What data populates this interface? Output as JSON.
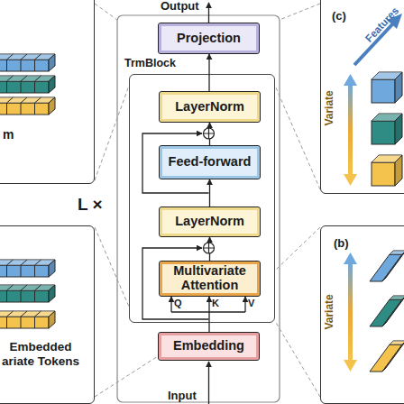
{
  "diagram": {
    "nodes": [
      {
        "text": [
          "m"
        ]
      },
      {
        "text": [
          "Embedded ariate Tokens"
        ]
      },
      {
        "text": [
          "Projection"
        ]
      },
      {
        "text": [
          "TrmBlock"
        ]
      },
      {
        "text": [
          "LayerNorm"
        ],
        "in": 3
      },
      {
        "text": [
          "Feed-forward"
        ],
        "in": 3
      },
      {
        "text": [
          "LayerNorm"
        ],
        "in": 3
      },
      {
        "text": [
          "Multivariate Attention"
        ],
        "in": 3
      },
      {
        "text": [
          "Embedding"
        ]
      },
      {
        "text": [
          "(c)",
          "Features",
          "Variate"
        ]
      },
      {
        "text": [
          "(b)",
          "Variate"
        ]
      }
    ],
    "edges": [
      {
        "from": 8,
        "to": 7,
        "arrow": "to"
      },
      {
        "from": 7,
        "to": 6,
        "arrow": "to"
      },
      {
        "from": 6,
        "to": 5,
        "arrow": "to"
      },
      {
        "from": 5,
        "to": 4,
        "arrow": "to"
      },
      {
        "from": 4,
        "to": 2,
        "arrow": "to"
      }
    ],
    "labels": [
      "Output",
      "Input",
      "L ×",
      "Q",
      "K",
      "V"
    ]
  }
}
